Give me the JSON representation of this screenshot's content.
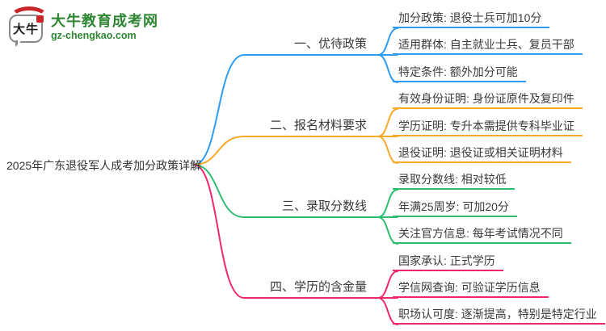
{
  "logo": {
    "icon_text": "大牛",
    "site_name": "大牛教育成考网",
    "site_url": "gz-chengkao.com",
    "brand_green": "#2e8632",
    "seal_red": "#c9252b"
  },
  "root": {
    "title": "2025年广东退役军人成考加分政策详解"
  },
  "branches": [
    {
      "label": "一、优待政策",
      "color": "#2D9CF2",
      "items": [
        "加分政策: 退役士兵可加10分",
        "适用群体: 自主就业士兵、复员干部",
        "特定条件: 额外加分可能"
      ]
    },
    {
      "label": "二、报名材料要求",
      "color": "#F9A928",
      "items": [
        "有效身份证明: 身份证原件及复印件",
        "学历证明: 专升本需提供专科毕业证",
        "退役证明: 退役证或相关证明材料"
      ]
    },
    {
      "label": "三、录取分数线",
      "color": "#2FBE71",
      "items": [
        "录取分数线: 相对较低",
        "年满25周岁: 可加20分",
        "关注官方信息: 每年考试情况不同"
      ]
    },
    {
      "label": "四、学历的含金量",
      "color": "#F0276D",
      "items": [
        "国家承认: 正式学历",
        "学信网查询: 可验证学历信息",
        "职场认可度: 逐渐提高，特别是特定行业"
      ]
    }
  ]
}
